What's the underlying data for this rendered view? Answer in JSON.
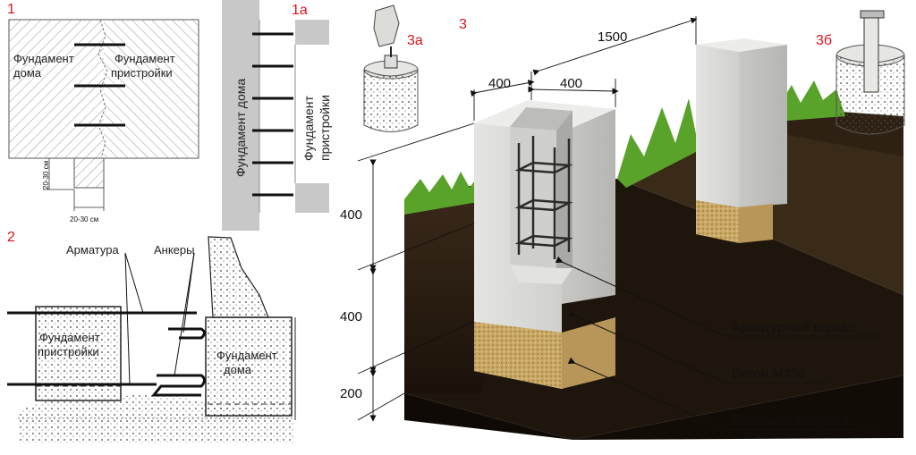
{
  "panel1": {
    "number": "1",
    "house_foundation": [
      "Фундамент",
      "дома"
    ],
    "extension_foundation": [
      "Фундамент",
      "пристройки"
    ],
    "dim_vertical": "20-30 см",
    "dim_horizontal": "20-30 см"
  },
  "panel1a": {
    "number": "1а",
    "house_foundation": "Фундамент дома",
    "extension_foundation": [
      "Фундамент",
      "пристройки"
    ]
  },
  "panel2": {
    "number": "2",
    "rebar": "Арматура",
    "anchors": "Анкеры",
    "extension_foundation": [
      "Фундамент",
      "пристройки"
    ],
    "house_foundation": [
      "Фундамент",
      "дома"
    ]
  },
  "panel3a": {
    "number": "3а"
  },
  "panel3": {
    "number": "3"
  },
  "panel3b": {
    "number": "3б"
  },
  "dimensions": {
    "width_left": "400",
    "width_right": "400",
    "spacing": "1500",
    "height_above": "400",
    "height_below": "400",
    "sand_height": "200"
  },
  "callouts": {
    "rebar_cage": "Арматурный каркас",
    "concrete": "Бетон М250",
    "sand_cushion": "Песчаная подушка"
  },
  "colors": {
    "accent_red": "#d8141c",
    "concrete": "#dcdcdc",
    "soil": "#2a1d12",
    "sand": "#c9a865",
    "grass": "#5aa32a"
  }
}
